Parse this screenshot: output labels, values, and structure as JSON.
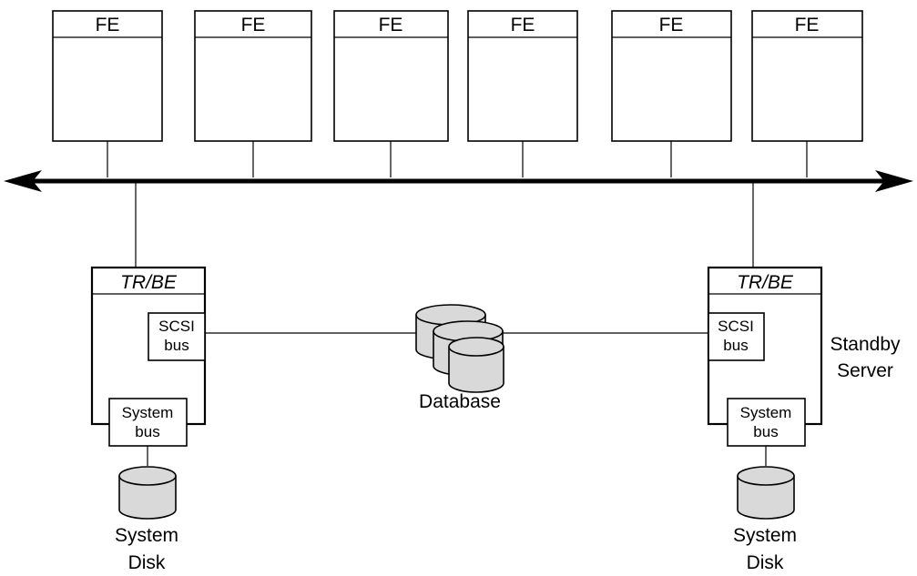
{
  "frontends": [
    {
      "label": "FE"
    },
    {
      "label": "FE"
    },
    {
      "label": "FE"
    },
    {
      "label": "FE"
    },
    {
      "label": "FE"
    },
    {
      "label": "FE"
    }
  ],
  "servers": [
    {
      "title": "TR/BE",
      "scsi": [
        "SCSI",
        "bus"
      ],
      "system": [
        "System",
        "bus"
      ],
      "disk": [
        "System",
        "Disk"
      ]
    },
    {
      "title": "TR/BE",
      "scsi": [
        "SCSI",
        "bus"
      ],
      "system": [
        "System",
        "bus"
      ],
      "disk": [
        "System",
        "Disk"
      ]
    }
  ],
  "database_label": "Database",
  "standby_label": [
    "Standby",
    "Server"
  ],
  "colors": {
    "disk_fill": "#d9d9d9",
    "line": "#000000",
    "background": "#ffffff"
  }
}
